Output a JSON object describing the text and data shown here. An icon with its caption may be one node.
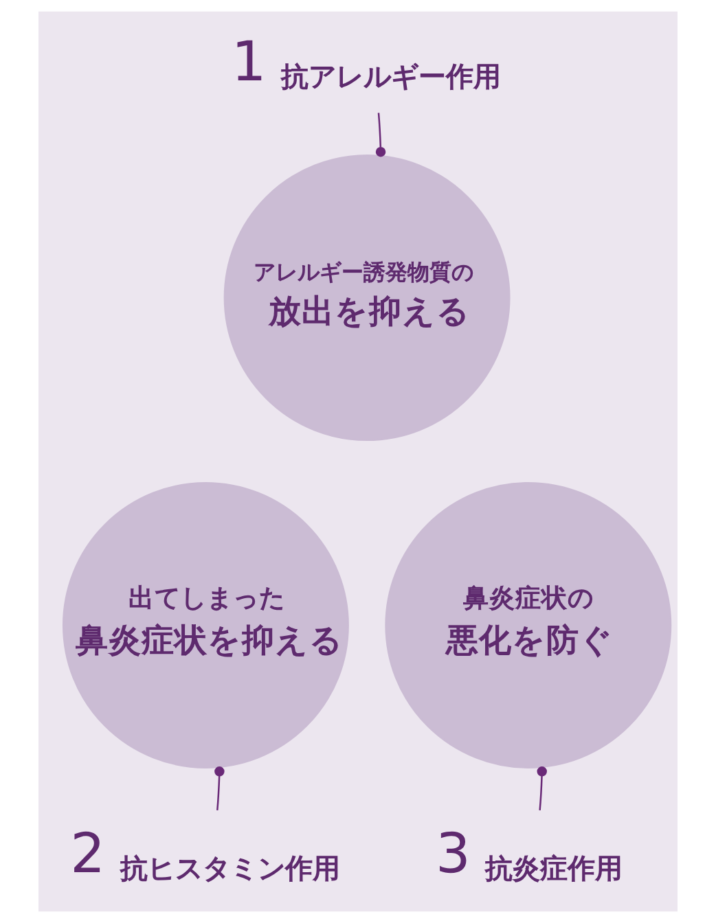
{
  "diagram": {
    "nodes": [
      {
        "text": [
          "アレルギー誘発物質の",
          "放出を抑える"
        ]
      },
      {
        "text": [
          "出てしまった",
          "鼻炎症状を抑える"
        ]
      },
      {
        "text": [
          "鼻炎症状の",
          "悪化を防ぐ"
        ]
      },
      {
        "text": [
          "1",
          "抗アレルギー作用"
        ]
      },
      {
        "text": [
          "2",
          "抗ヒスタミン作用"
        ]
      },
      {
        "text": [
          "3",
          "抗炎症作用"
        ]
      }
    ],
    "edges": [
      {
        "from": 3,
        "to": 0,
        "arrow": "other"
      },
      {
        "from": 4,
        "to": 1,
        "arrow": "other"
      },
      {
        "from": 5,
        "to": 2,
        "arrow": "other"
      }
    ]
  }
}
